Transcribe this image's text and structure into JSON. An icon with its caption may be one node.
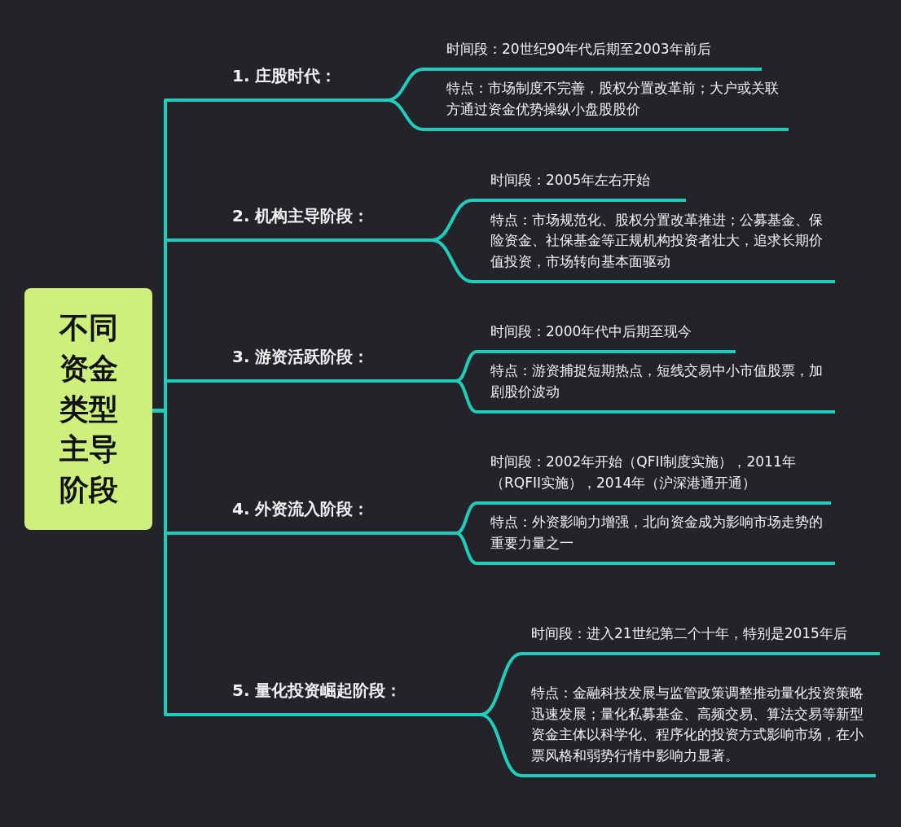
{
  "diagram": {
    "nodes": [
      {
        "text": [
          "不同资金类型主导阶段"
        ]
      },
      {
        "text": [
          "1. 庄股时代："
        ]
      },
      {
        "text": [
          "时间段：20世纪90年代后期至2003年前后"
        ]
      },
      {
        "text": [
          "特点：市场制度不完善，股权分置改革前；大户或关联方通过资金优势操纵小盘股股价"
        ]
      },
      {
        "text": [
          "2. 机构主导阶段："
        ]
      },
      {
        "text": [
          "时间段：2005年左右开始"
        ]
      },
      {
        "text": [
          "特点：市场规范化、股权分置改革推进；公募基金、保险资金、社保基金等正规机构投资者壮大，追求长期价值投资，市场转向基本面驱动"
        ]
      },
      {
        "text": [
          "3. 游资活跃阶段："
        ]
      },
      {
        "text": [
          "时间段：2000年代中后期至现今"
        ]
      },
      {
        "text": [
          "特点：游资捕捉短期热点，短线交易中小市值股票，加剧股价波动"
        ]
      },
      {
        "text": [
          "4. 外资流入阶段："
        ]
      },
      {
        "text": [
          "时间段：2002年开始（QFII制度实施），2011年（RQFII实施），2014年（沪深港通开通）"
        ]
      },
      {
        "text": [
          "特点：外资影响力增强，北向资金成为影响市场走势的重要力量之一"
        ]
      },
      {
        "text": [
          "5. 量化投资崛起阶段："
        ]
      },
      {
        "text": [
          "时间段：进入21世纪第二个十年，特别是2015年后"
        ]
      },
      {
        "text": [
          "特点：金融科技发展与监管政策调整推动量化投资策略迅速发展；量化私募基金、高频交易、算法交易等新型资金主体以科学化、程序化的投资方式影响市场，在小票风格和弱势行情中影响力显著。"
        ]
      }
    ],
    "edges": [
      {
        "from": 0,
        "to": 1,
        "arrow": "none"
      },
      {
        "from": 0,
        "to": 4,
        "arrow": "none"
      },
      {
        "from": 0,
        "to": 7,
        "arrow": "none"
      },
      {
        "from": 0,
        "to": 10,
        "arrow": "none"
      },
      {
        "from": 0,
        "to": 13,
        "arrow": "none"
      },
      {
        "from": 1,
        "to": 2,
        "arrow": "none"
      },
      {
        "from": 1,
        "to": 3,
        "arrow": "none"
      },
      {
        "from": 4,
        "to": 5,
        "arrow": "none"
      },
      {
        "from": 4,
        "to": 6,
        "arrow": "none"
      },
      {
        "from": 7,
        "to": 8,
        "arrow": "none"
      },
      {
        "from": 7,
        "to": 9,
        "arrow": "none"
      },
      {
        "from": 10,
        "to": 11,
        "arrow": "none"
      },
      {
        "from": 10,
        "to": 12,
        "arrow": "none"
      },
      {
        "from": 13,
        "to": 14,
        "arrow": "none"
      },
      {
        "from": 13,
        "to": 15,
        "arrow": "none"
      }
    ]
  }
}
